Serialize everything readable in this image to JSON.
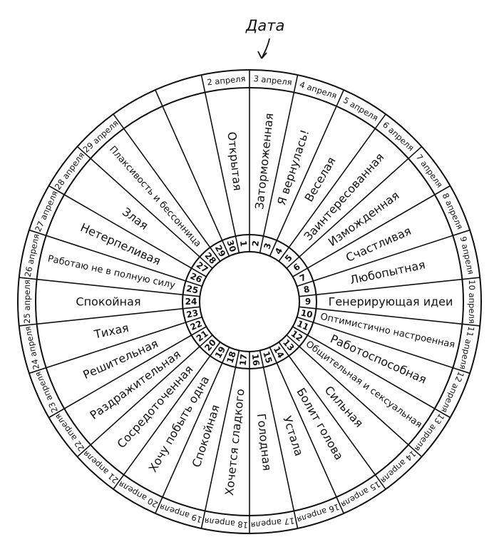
{
  "header": {
    "label": "Дата"
  },
  "wheel": {
    "segments": [
      {
        "day": "1",
        "date": "2 апреля",
        "mood": "Открытая"
      },
      {
        "day": "2",
        "date": "3 апреля",
        "mood": "Заторможенная"
      },
      {
        "day": "3",
        "date": "4 апреля",
        "mood": "Я вернулась!"
      },
      {
        "day": "4",
        "date": "5 апреля",
        "mood": "Веселая"
      },
      {
        "day": "5",
        "date": "6 апреля",
        "mood": "Заинтересованная"
      },
      {
        "day": "6",
        "date": "7 апреля",
        "mood": "Изможденная"
      },
      {
        "day": "7",
        "date": "8 апреля",
        "mood": "Счастливая"
      },
      {
        "day": "8",
        "date": "9 апреля",
        "mood": "Любопытная"
      },
      {
        "day": "9",
        "date": "10 апреля",
        "mood": "Генерирующая идеи"
      },
      {
        "day": "10",
        "date": "11 апреля",
        "mood": "Оптимистично настроенная"
      },
      {
        "day": "11",
        "date": "12 апреля",
        "mood": "Работоспособная"
      },
      {
        "day": "12",
        "date": "13 апреля",
        "mood": "Общительная и сексуальная"
      },
      {
        "day": "13",
        "date": "14 апреля",
        "mood": "Сильная"
      },
      {
        "day": "14",
        "date": "15 апреля",
        "mood": "Болит голова"
      },
      {
        "day": "15",
        "date": "16 апреля",
        "mood": "Устала"
      },
      {
        "day": "16",
        "date": "17 апреля",
        "mood": "Голодная"
      },
      {
        "day": "17",
        "date": "18 апреля",
        "mood": "Хочется сладкого"
      },
      {
        "day": "18",
        "date": "19 апреля",
        "mood": "Спокойная"
      },
      {
        "day": "19",
        "date": "20 апреля",
        "mood": "Хочу побыть одна"
      },
      {
        "day": "20",
        "date": "21 апреля",
        "mood": "Сосредоточенная"
      },
      {
        "day": "21",
        "date": "22 апреля",
        "mood": "Раздражительная"
      },
      {
        "day": "22",
        "date": "23 апреля",
        "mood": "Решительная"
      },
      {
        "day": "23",
        "date": "24 апреля",
        "mood": "Тихая"
      },
      {
        "day": "24",
        "date": "25 апреля",
        "mood": "Спокойная"
      },
      {
        "day": "25",
        "date": "26 апреля",
        "mood": "Работаю не в полную силу"
      },
      {
        "day": "26",
        "date": "27 апреля",
        "mood": "Нетерпеливая"
      },
      {
        "day": "27",
        "date": "28 апреля",
        "mood": "Злая"
      },
      {
        "day": "28",
        "date": "29 апреля",
        "mood": "Плаксивость и бессонница"
      },
      {
        "day": "29",
        "date": "",
        "mood": ""
      },
      {
        "day": "30",
        "date": "",
        "mood": ""
      }
    ]
  }
}
